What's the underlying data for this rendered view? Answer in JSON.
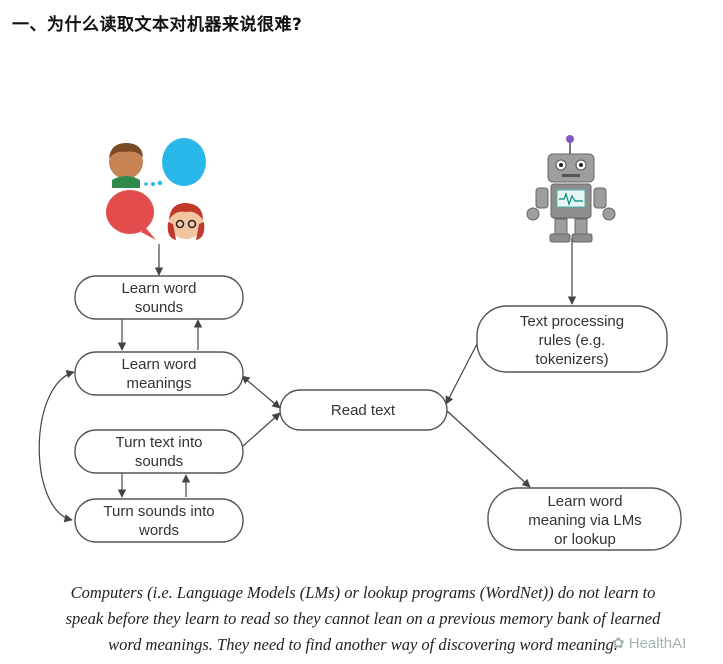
{
  "heading": "一、为什么读取文本对机器来说很难?",
  "diagram": {
    "nodes": {
      "learn_sounds": [
        "Learn word",
        "sounds"
      ],
      "learn_meanings": [
        "Learn word",
        "meanings"
      ],
      "text_to_sounds": [
        "Turn text into",
        "sounds"
      ],
      "sounds_to_words": [
        "Turn sounds into",
        "words"
      ],
      "read_text": [
        "Read text"
      ],
      "text_rules": [
        "Text processing",
        "rules (e.g.",
        "tokenizers)"
      ],
      "meaning_lms": [
        "Learn word",
        "meaning via LMs",
        "or lookup"
      ]
    },
    "icons": {
      "humans": "people-chatting-icon",
      "machine": "robot-icon"
    }
  },
  "caption": {
    "line1": "Computers (i.e. Language Models (LMs) or lookup programs (WordNet)) do not learn to",
    "line2": "speak before they learn to read so they cannot lean on a previous memory bank of learned",
    "line3": "word meanings. They need to find another way of discovering word meaning."
  },
  "watermark": "HealthAI"
}
